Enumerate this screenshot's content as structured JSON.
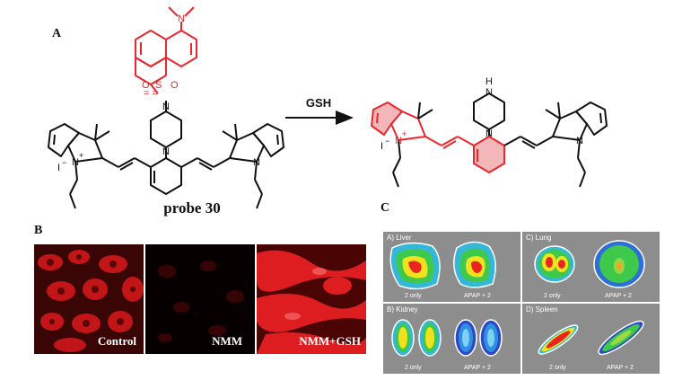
{
  "panels": {
    "a": "A",
    "b": "B",
    "c": "C"
  },
  "scheme": {
    "probe_name": "probe 30",
    "reagent": "GSH",
    "atoms": {
      "n": "N",
      "nplus": "N",
      "plus": "+",
      "iodide": "I",
      "minus": "−",
      "s": "S",
      "o": "O",
      "nh": "N",
      "h": "H"
    }
  },
  "cells": [
    {
      "label": "Control"
    },
    {
      "label": "NMM"
    },
    {
      "label": "NMM+GSH"
    }
  ],
  "organs": [
    {
      "title": "A) Liver",
      "left": "2 only",
      "right": "APAP + 2"
    },
    {
      "title": "C) Lung",
      "left": "2 only",
      "right": "APAP + 2"
    },
    {
      "title": "B) Kidney",
      "left": "2 only",
      "right": "APAP + 2"
    },
    {
      "title": "D) Spleen",
      "left": "2 only",
      "right": "APAP + 2"
    }
  ],
  "colors": {
    "highlight": "#e8262d",
    "bond": "#111111",
    "fluor": "#d9181c"
  }
}
